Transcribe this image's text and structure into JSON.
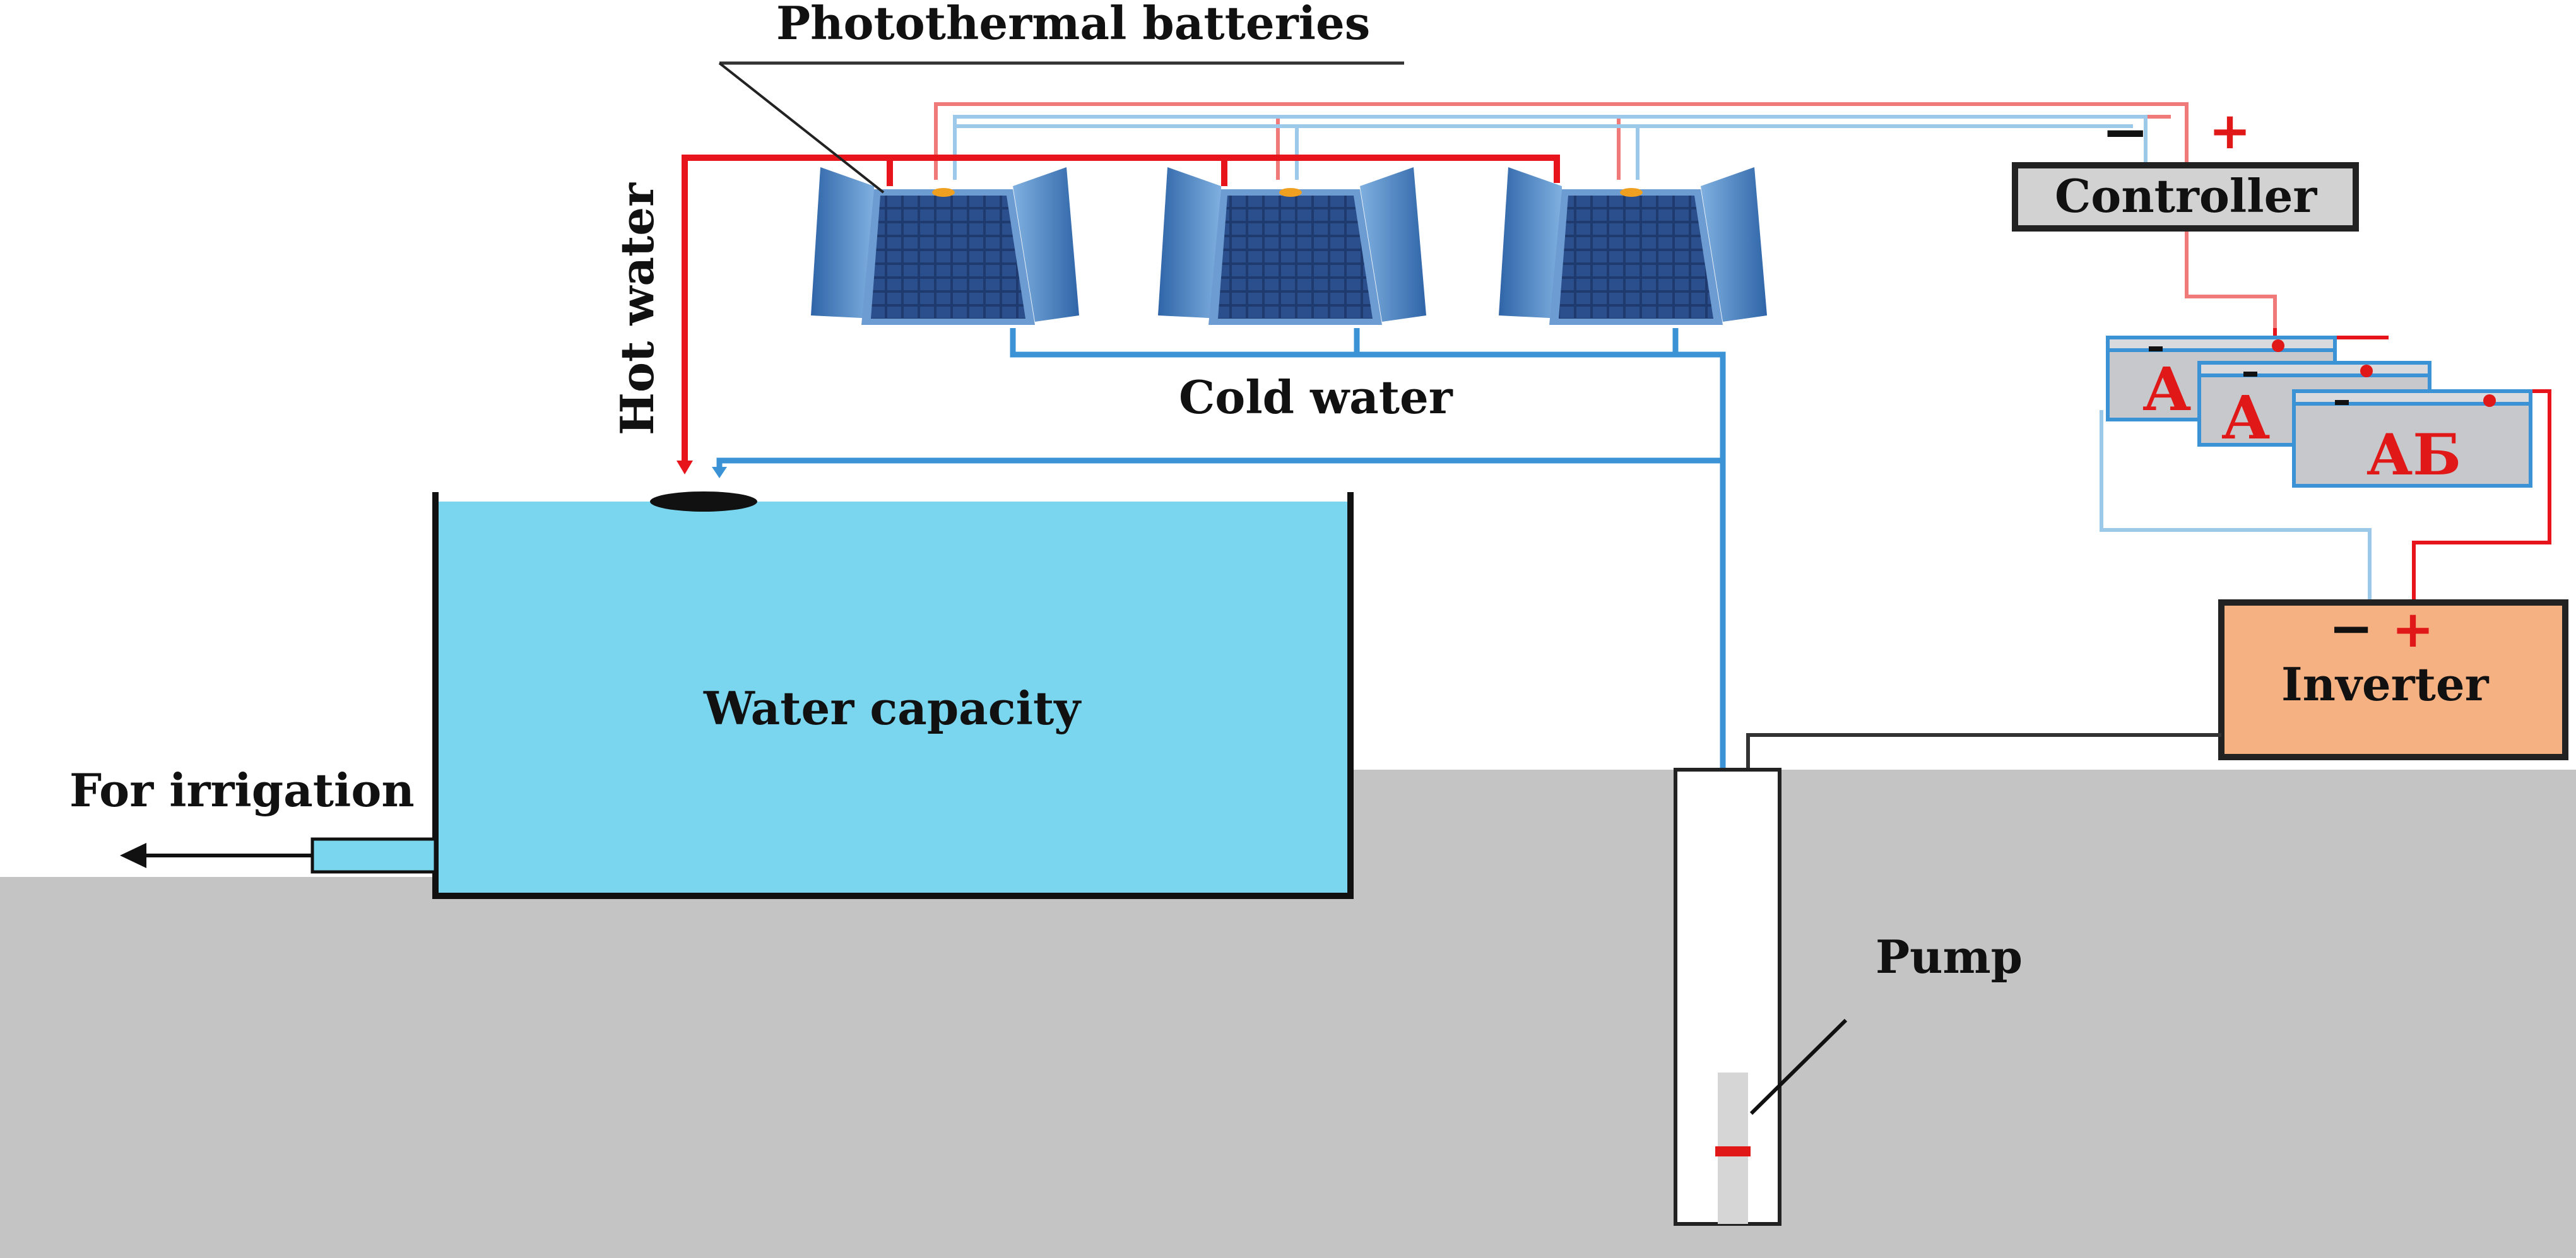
{
  "labels": {
    "photothermal_batteries": "Photothermal batteries",
    "hot_water": "Hot water",
    "cold_water": "Cold water",
    "water_capacity": "Water capacity",
    "for_irrigation": "For irrigation",
    "controller": "Controller",
    "inverter": "Inverter",
    "pump": "Pump"
  },
  "battery_marks": [
    "А",
    "А",
    "АБ"
  ],
  "polarity": {
    "minus": "−",
    "plus": "+"
  },
  "colors": {
    "hot_pipe": "#e8141c",
    "cold_pipe": "#3b93d6",
    "cold_wire_light": "#9cc9ea",
    "hot_wire_light": "#f07a7a",
    "tank_fill": "#7ad6ee",
    "ground": "#c4c4c4",
    "controller_fill": "#d2d2d2",
    "inverter_fill": "#f6b183",
    "battery_fill": "#c6c8cc",
    "battery_mark": "#e01818",
    "panel_blue": "#3f7fc4",
    "panel_cells": "#1f3a6e"
  }
}
